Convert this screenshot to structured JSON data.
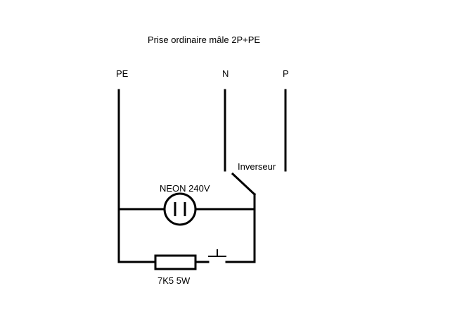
{
  "title": "Prise ordinaire mâle 2P+PE",
  "terminals": {
    "pe": "PE",
    "n": "N",
    "p": "P"
  },
  "components": {
    "switch_label": "Inverseur",
    "neon_label": "NEON 240V",
    "resistor_label": "7K5 5W"
  },
  "colors": {
    "line": "#000000",
    "background": "#ffffff"
  }
}
